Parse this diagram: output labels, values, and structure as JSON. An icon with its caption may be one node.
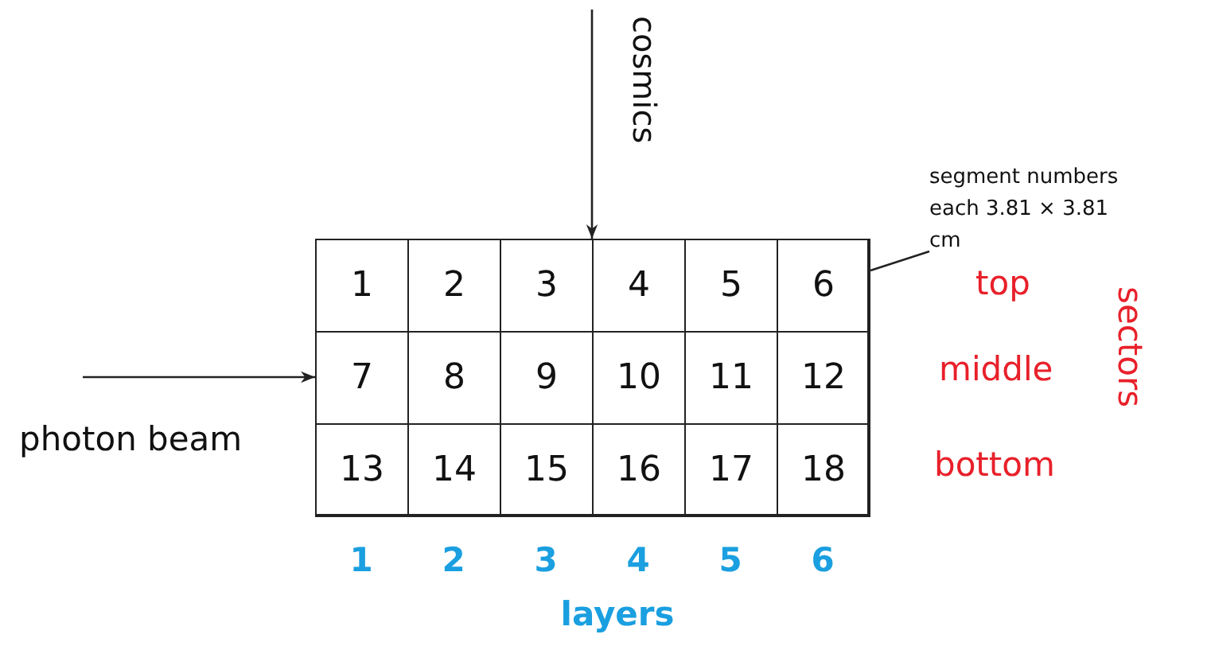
{
  "diagram": {
    "nodes": [
      {
        "text": [],
        "shape": "box"
      },
      {
        "text": [
          "1"
        ],
        "in": 0
      },
      {
        "text": [
          "2"
        ],
        "in": 0
      },
      {
        "text": [
          "3"
        ],
        "in": 0
      },
      {
        "text": [
          "4"
        ],
        "in": 0
      },
      {
        "text": [
          "5"
        ],
        "in": 0
      },
      {
        "text": [
          "6"
        ],
        "in": 0
      },
      {
        "text": [
          "7"
        ],
        "in": 0
      },
      {
        "text": [
          "8"
        ],
        "in": 0
      },
      {
        "text": [
          "9"
        ],
        "in": 0
      },
      {
        "text": [
          "10"
        ],
        "in": 0
      },
      {
        "text": [
          "11"
        ],
        "in": 0
      },
      {
        "text": [
          "12"
        ],
        "in": 0
      },
      {
        "text": [
          "13"
        ],
        "in": 0
      },
      {
        "text": [
          "14"
        ],
        "in": 0
      },
      {
        "text": [
          "15"
        ],
        "in": 0
      },
      {
        "text": [
          "16"
        ],
        "in": 0
      },
      {
        "text": [
          "17"
        ],
        "in": 0
      },
      {
        "text": [
          "18"
        ],
        "in": 0
      },
      {
        "text": [
          "segment numbers each 3.81 × 3.81 cm"
        ]
      }
    ],
    "edges": [
      {
        "from": 19,
        "to": 6,
        "arrow": "none"
      },
      {
        "from": null,
        "to": 0,
        "arrow": "to"
      },
      {
        "from": null,
        "to": 0,
        "arrow": "to"
      }
    ],
    "labels": [
      "cosmics",
      "photon beam",
      "top",
      "middle",
      "bottom",
      "sectors",
      "1",
      "2",
      "3",
      "4",
      "5",
      "6",
      "layers"
    ]
  }
}
